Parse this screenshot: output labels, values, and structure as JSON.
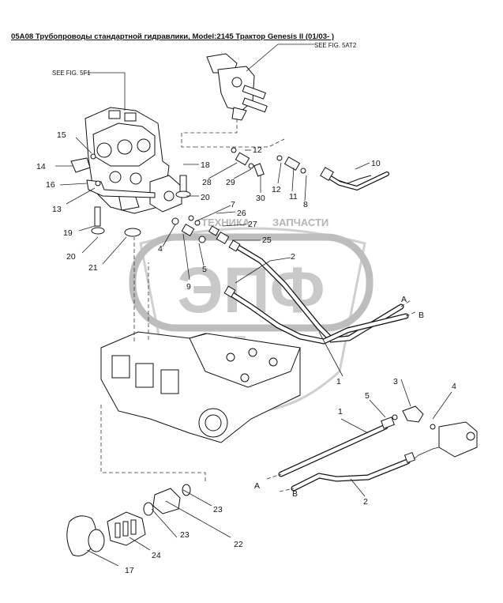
{
  "title": "05A08 Трубопроводы стандартной гидравлики, Model:2145 Трактор Genesis II (01/03- )",
  "references": {
    "fig_5f1": "SEE FIG. 5F1",
    "fig_5at2": "SEE FIG. 5AT2"
  },
  "watermark": {
    "brand": "ЭПФ",
    "tagline_left": "ТЕХНИКА",
    "tagline_right": "ЗАПЧАСТИ",
    "color": "#c9c9c9"
  },
  "callouts": {
    "c1a": "1",
    "c1b": "1",
    "c2a": "2",
    "c2b": "2",
    "c3": "3",
    "c4a": "4",
    "c4b": "4",
    "c5a": "5",
    "c5b": "5",
    "c7": "7",
    "c8": "8",
    "c9": "9",
    "c10": "10",
    "c11": "11",
    "c12a": "12",
    "c12b": "12",
    "c13": "13",
    "c14": "14",
    "c15": "15",
    "c16": "16",
    "c17": "17",
    "c18": "18",
    "c19": "19",
    "c20a": "20",
    "c20b": "20",
    "c21": "21",
    "c22": "22",
    "c23a": "23",
    "c23b": "23",
    "c24": "24",
    "c25": "25",
    "c26": "26",
    "c27": "27",
    "c28": "28",
    "c29": "29",
    "c30": "30"
  },
  "line_ends": {
    "a_top": "A",
    "b_top": "B",
    "a_bottom": "A",
    "b_bottom": "B"
  }
}
